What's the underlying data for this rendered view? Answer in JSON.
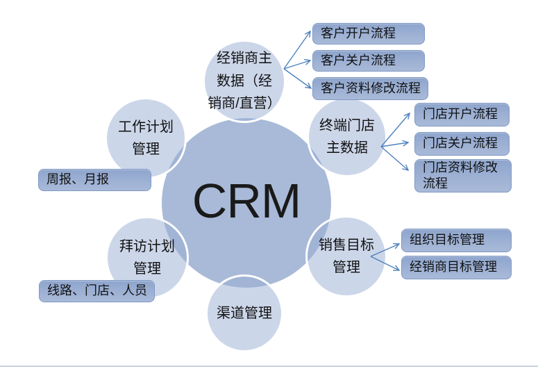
{
  "diagram_title": "CRM",
  "center": {
    "label": "CRM"
  },
  "satellites": [
    {
      "id": "dealer-master-data",
      "label": "经销商主\n数据（经\n销商/直营）",
      "children": [
        "客户开户流程",
        "客户关户流程",
        "客户资料修改流程"
      ]
    },
    {
      "id": "store-master-data",
      "label": "终端门店\n主数据",
      "children": [
        "门店开户流程",
        "门店关户流程",
        "门店资料修改流程"
      ]
    },
    {
      "id": "sales-target-mgmt",
      "label": "销售目标\n管理",
      "children": [
        "组织目标管理",
        "经销商目标管理"
      ]
    },
    {
      "id": "channel-mgmt",
      "label": "渠道管理",
      "children": []
    },
    {
      "id": "visit-plan-mgmt",
      "label": "拜访计划\n管理",
      "children": [
        "线路、门店、人员"
      ]
    },
    {
      "id": "work-plan-mgmt",
      "label": "工作计划\n管理",
      "children": [
        "周报、月报"
      ]
    }
  ],
  "colors": {
    "accent_arrow": "#4f81bd",
    "circle_center_fill": "#a9bad8",
    "circle_satellite_fill": "#ccd6ea",
    "box_fill_top": "#8da4cc",
    "box_fill_bottom": "#a9bad8",
    "box_border": "#7e97c3",
    "text": "#000000"
  }
}
